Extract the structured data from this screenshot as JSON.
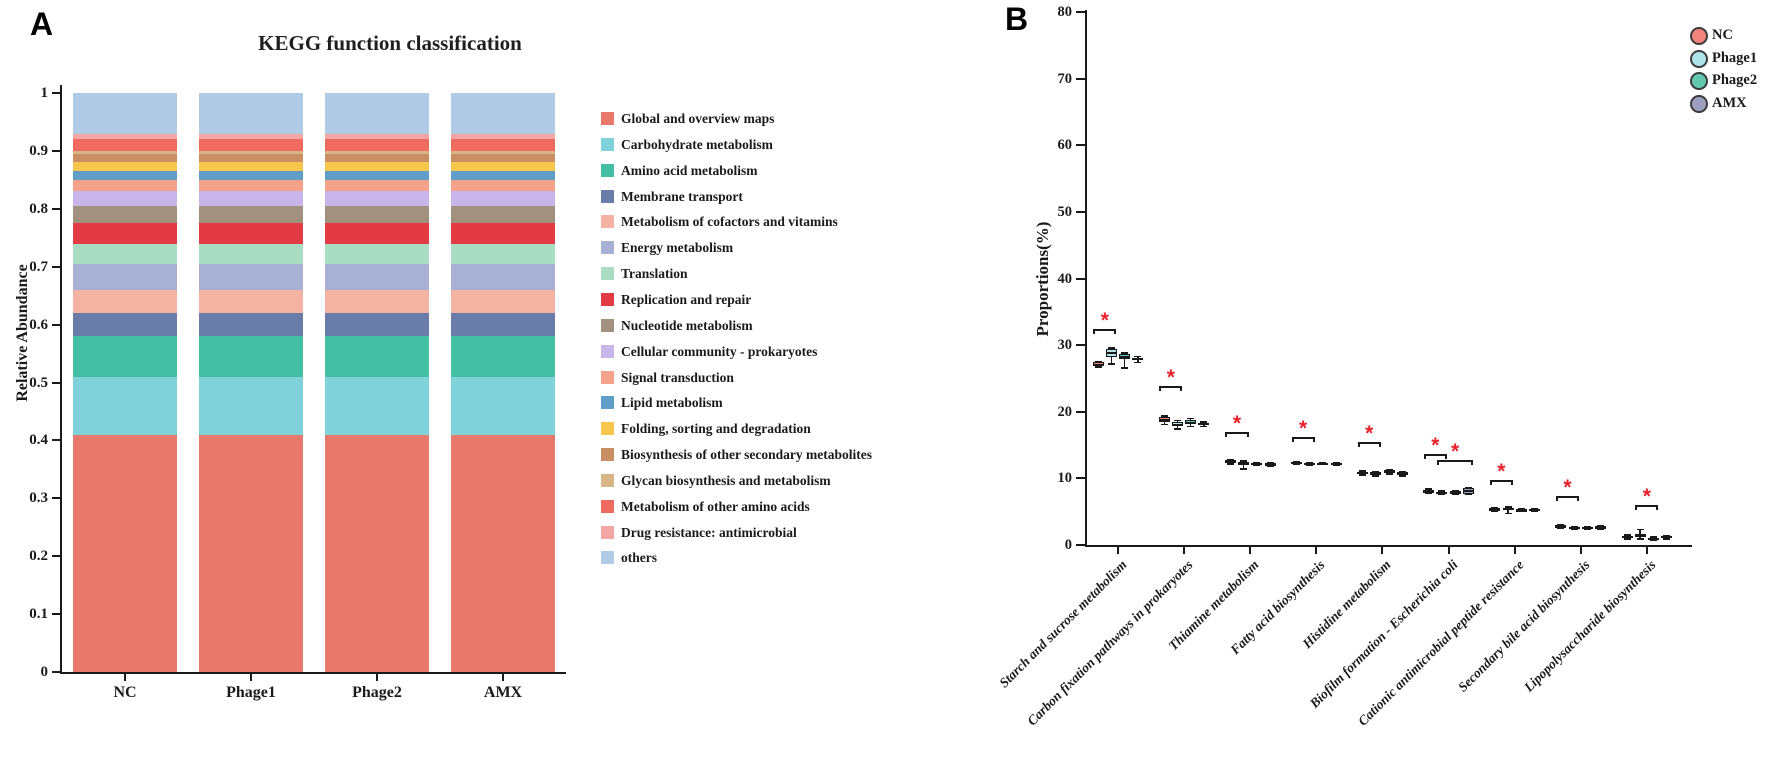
{
  "figure": {
    "background": "#ffffff",
    "axis_color": "#1a1a1a"
  },
  "chart_data": [
    {
      "id": "kegg-stacked-bar",
      "type": "bar",
      "stacked": true,
      "panel_label": "A",
      "title": "KEGG function classification",
      "ylabel": "Relative Abundance",
      "xlabel": "",
      "ylim": [
        0,
        1
      ],
      "yticks": [
        "0",
        "0.1",
        "0.2",
        "0.3",
        "0.4",
        "0.5",
        "0.6",
        "0.7",
        "0.8",
        "0.9",
        "1"
      ],
      "grid": false,
      "legend_position": "right",
      "categories": [
        "NC",
        "Phage1",
        "Phage2",
        "AMX"
      ],
      "series": [
        {
          "name": "Global and overview maps",
          "color": "#E8786A",
          "values": [
            0.41,
            0.41,
            0.41,
            0.41
          ]
        },
        {
          "name": "Carbohydrate metabolism",
          "color": "#7FD2D9",
          "values": [
            0.1,
            0.1,
            0.1,
            0.1
          ]
        },
        {
          "name": "Amino acid metabolism",
          "color": "#43BFA4",
          "values": [
            0.07,
            0.07,
            0.07,
            0.07
          ]
        },
        {
          "name": "Membrane transport",
          "color": "#6A7CAA",
          "values": [
            0.04,
            0.04,
            0.04,
            0.04
          ]
        },
        {
          "name": "Metabolism of cofactors and vitamins",
          "color": "#F5B4A3",
          "values": [
            0.04,
            0.04,
            0.04,
            0.04
          ]
        },
        {
          "name": "Energy metabolism",
          "color": "#A8B1D5",
          "values": [
            0.045,
            0.045,
            0.045,
            0.045
          ]
        },
        {
          "name": "Translation",
          "color": "#AADCC4",
          "values": [
            0.035,
            0.035,
            0.035,
            0.035
          ]
        },
        {
          "name": "Replication and repair",
          "color": "#E23B43",
          "values": [
            0.035,
            0.035,
            0.035,
            0.035
          ]
        },
        {
          "name": "Nucleotide metabolism",
          "color": "#A3917F",
          "values": [
            0.03,
            0.03,
            0.03,
            0.03
          ]
        },
        {
          "name": "Cellular community - prokaryotes",
          "color": "#C8B5E9",
          "values": [
            0.025,
            0.025,
            0.025,
            0.025
          ]
        },
        {
          "name": "Signal transduction",
          "color": "#F5A28B",
          "values": [
            0.02,
            0.02,
            0.02,
            0.02
          ]
        },
        {
          "name": "Lipid metabolism",
          "color": "#619EC7",
          "values": [
            0.015,
            0.015,
            0.015,
            0.015
          ]
        },
        {
          "name": "Folding, sorting and degradation",
          "color": "#F7C74D",
          "values": [
            0.015,
            0.015,
            0.015,
            0.015
          ]
        },
        {
          "name": "Biosynthesis of other secondary metabolites",
          "color": "#C98E64",
          "values": [
            0.015,
            0.015,
            0.015,
            0.015
          ]
        },
        {
          "name": "Glycan biosynthesis and metabolism",
          "color": "#D7B787",
          "values": [
            0.005,
            0.005,
            0.005,
            0.005
          ]
        },
        {
          "name": "Metabolism of other amino acids",
          "color": "#F06B5F",
          "values": [
            0.02,
            0.02,
            0.02,
            0.02
          ]
        },
        {
          "name": "Drug resistance: antimicrobial",
          "color": "#F3A6A4",
          "values": [
            0.01,
            0.01,
            0.01,
            0.01
          ]
        },
        {
          "name": "others",
          "color": "#AFCBE6",
          "values": [
            0.07,
            0.07,
            0.07,
            0.07
          ]
        }
      ]
    },
    {
      "id": "pathway-boxplot",
      "type": "box",
      "panel_label": "B",
      "title": "",
      "ylabel": "Proportions(%)",
      "xlabel": "",
      "ylim": [
        0,
        80
      ],
      "yticks": [
        "0",
        "10",
        "20",
        "30",
        "40",
        "50",
        "60",
        "70",
        "80"
      ],
      "grid": false,
      "legend_position": "top-right",
      "sig_marker": "*",
      "sig_color": "#E8212A",
      "box_edge_color": "#1a1a1a",
      "series": [
        {
          "name": "NC",
          "color": "#F0837B"
        },
        {
          "name": "Phage1",
          "color": "#AEE4E9"
        },
        {
          "name": "Phage2",
          "color": "#62C9B0"
        },
        {
          "name": "AMX",
          "color": "#9C9FC2"
        }
      ],
      "groups": [
        {
          "label": "Starch and sucrose metabolism",
          "boxes": [
            {
              "lo": 26.7,
              "q1": 26.9,
              "med": 27.1,
              "q3": 27.4,
              "hi": 27.5
            },
            {
              "lo": 27.2,
              "q1": 28.2,
              "med": 28.8,
              "q3": 29.4,
              "hi": 29.6
            },
            {
              "lo": 26.6,
              "q1": 27.9,
              "med": 28.2,
              "q3": 28.6,
              "hi": 28.8
            },
            {
              "lo": 27.4,
              "q1": 27.7,
              "med": 27.9,
              "q3": 28.1,
              "hi": 28.3
            }
          ],
          "sig": [
            {
              "from": 0,
              "to": 1,
              "y": 32.4
            }
          ]
        },
        {
          "label": "Carbon fixation pathways in prokaryotes",
          "boxes": [
            {
              "lo": 18.1,
              "q1": 18.4,
              "med": 18.8,
              "q3": 19.2,
              "hi": 19.4
            },
            {
              "lo": 17.4,
              "q1": 17.9,
              "med": 18.1,
              "q3": 18.4,
              "hi": 18.7
            },
            {
              "lo": 17.8,
              "q1": 18.2,
              "med": 18.4,
              "q3": 18.7,
              "hi": 19.0
            },
            {
              "lo": 17.8,
              "q1": 18.0,
              "med": 18.1,
              "q3": 18.3,
              "hi": 18.5
            }
          ],
          "sig": [
            {
              "from": 0,
              "to": 1,
              "y": 23.8
            }
          ]
        },
        {
          "label": "Thiamine metabolism",
          "boxes": [
            {
              "lo": 12.2,
              "q1": 12.4,
              "med": 12.5,
              "q3": 12.7,
              "hi": 12.8
            },
            {
              "lo": 11.4,
              "q1": 12.0,
              "med": 12.2,
              "q3": 12.4,
              "hi": 12.6
            },
            {
              "lo": 12.0,
              "q1": 12.1,
              "med": 12.2,
              "q3": 12.3,
              "hi": 12.4
            },
            {
              "lo": 11.9,
              "q1": 12.0,
              "med": 12.1,
              "q3": 12.2,
              "hi": 12.3
            }
          ],
          "sig": [
            {
              "from": 0,
              "to": 1,
              "y": 16.9
            }
          ]
        },
        {
          "label": "Fatty acid biosynthesis",
          "boxes": [
            {
              "lo": 12.1,
              "q1": 12.2,
              "med": 12.3,
              "q3": 12.4,
              "hi": 12.5
            },
            {
              "lo": 12.0,
              "q1": 12.1,
              "med": 12.2,
              "q3": 12.3,
              "hi": 12.4
            },
            {
              "lo": 12.1,
              "q1": 12.15,
              "med": 12.2,
              "q3": 12.3,
              "hi": 12.35
            },
            {
              "lo": 12.0,
              "q1": 12.1,
              "med": 12.2,
              "q3": 12.3,
              "hi": 12.4
            }
          ],
          "sig": [
            {
              "from": 0,
              "to": 1,
              "y": 16.2
            }
          ]
        },
        {
          "label": "Histidine metabolism",
          "boxes": [
            {
              "lo": 10.5,
              "q1": 10.6,
              "med": 10.8,
              "q3": 11.0,
              "hi": 11.1
            },
            {
              "lo": 10.4,
              "q1": 10.5,
              "med": 10.7,
              "q3": 10.9,
              "hi": 11.0
            },
            {
              "lo": 10.7,
              "q1": 10.8,
              "med": 11.0,
              "q3": 11.2,
              "hi": 11.3
            },
            {
              "lo": 10.4,
              "q1": 10.5,
              "med": 10.7,
              "q3": 10.9,
              "hi": 11.0
            }
          ],
          "sig": [
            {
              "from": 0,
              "to": 1,
              "y": 15.4
            }
          ]
        },
        {
          "label": "Biofilm formation - Escherichia coli",
          "boxes": [
            {
              "lo": 7.7,
              "q1": 7.8,
              "med": 8.0,
              "q3": 8.3,
              "hi": 8.4
            },
            {
              "lo": 7.6,
              "q1": 7.7,
              "med": 7.8,
              "q3": 8.0,
              "hi": 8.1
            },
            {
              "lo": 7.6,
              "q1": 7.7,
              "med": 7.9,
              "q3": 8.1,
              "hi": 8.2
            },
            {
              "lo": 7.6,
              "q1": 7.7,
              "med": 8.1,
              "q3": 8.5,
              "hi": 8.6
            }
          ],
          "sig": [
            {
              "from": 0,
              "to": 1,
              "y": 13.7
            },
            {
              "from": 1,
              "to": 3,
              "y": 12.7
            }
          ]
        },
        {
          "label": "Cationic antimicrobial peptide resistance",
          "boxes": [
            {
              "lo": 5.1,
              "q1": 5.2,
              "med": 5.3,
              "q3": 5.5,
              "hi": 5.6
            },
            {
              "lo": 4.7,
              "q1": 5.2,
              "med": 5.4,
              "q3": 5.6,
              "hi": 5.7
            },
            {
              "lo": 5.0,
              "q1": 5.1,
              "med": 5.2,
              "q3": 5.3,
              "hi": 5.4
            },
            {
              "lo": 5.0,
              "q1": 5.1,
              "med": 5.3,
              "q3": 5.4,
              "hi": 5.5
            }
          ],
          "sig": [
            {
              "from": 0,
              "to": 1,
              "y": 9.8
            }
          ]
        },
        {
          "label": "Secondary bile acid biosynthesis",
          "boxes": [
            {
              "lo": 2.5,
              "q1": 2.6,
              "med": 2.8,
              "q3": 3.0,
              "hi": 3.1
            },
            {
              "lo": 2.3,
              "q1": 2.4,
              "med": 2.5,
              "q3": 2.7,
              "hi": 2.8
            },
            {
              "lo": 2.4,
              "q1": 2.5,
              "med": 2.6,
              "q3": 2.7,
              "hi": 2.8
            },
            {
              "lo": 2.4,
              "q1": 2.5,
              "med": 2.6,
              "q3": 2.8,
              "hi": 2.9
            }
          ],
          "sig": [
            {
              "from": 0,
              "to": 1,
              "y": 7.4
            }
          ]
        },
        {
          "label": "Lipopolysaccharide biosynthesis",
          "boxes": [
            {
              "lo": 0.9,
              "q1": 1.0,
              "med": 1.2,
              "q3": 1.4,
              "hi": 1.5
            },
            {
              "lo": 0.9,
              "q1": 1.2,
              "med": 1.4,
              "q3": 1.6,
              "hi": 2.3
            },
            {
              "lo": 0.7,
              "q1": 0.8,
              "med": 0.9,
              "q3": 1.1,
              "hi": 1.2
            },
            {
              "lo": 0.9,
              "q1": 1.0,
              "med": 1.2,
              "q3": 1.3,
              "hi": 1.4
            }
          ],
          "sig": [
            {
              "from": 1,
              "to": 2,
              "y": 6.0
            }
          ]
        }
      ]
    }
  ]
}
